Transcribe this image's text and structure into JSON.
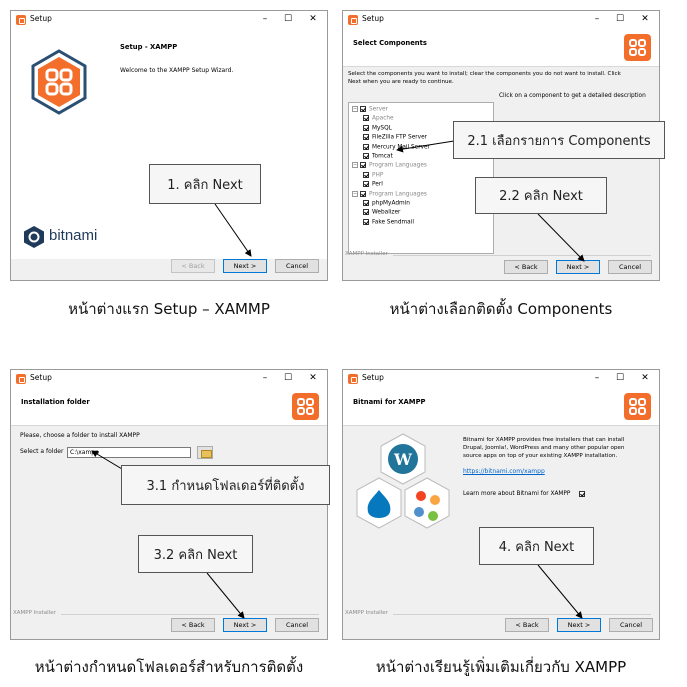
{
  "windows": [
    {
      "title": "Setup",
      "header": "Setup - XAMPP",
      "body": "Welcome to the XAMPP Setup Wizard.",
      "logo_text": "bitnami",
      "buttons": {
        "back": "< Back",
        "next": "Next >",
        "cancel": "Cancel"
      },
      "callout": "1. คลิก Next",
      "caption": "หน้าต่างแรก Setup – XAMMP"
    },
    {
      "title": "Setup",
      "header": "Select Components",
      "body_line1": "Select the components you want to install; clear the components you do not want to install. Click",
      "body_line2": "Next when you are ready to continue.",
      "hint": "Click on a component to get a detailed description",
      "tree": [
        {
          "label": "Server",
          "level": 0,
          "grey": true,
          "expander": "⊟"
        },
        {
          "label": "Apache",
          "level": 1,
          "grey": true
        },
        {
          "label": "MySQL",
          "level": 1,
          "grey": false
        },
        {
          "label": "FileZilla FTP Server",
          "level": 1,
          "grey": false
        },
        {
          "label": "Mercury Mail Server",
          "level": 1,
          "grey": false
        },
        {
          "label": "Tomcat",
          "level": 1,
          "grey": false
        },
        {
          "label": "Program Languages",
          "level": 0,
          "grey": true,
          "expander": "⊟"
        },
        {
          "label": "PHP",
          "level": 1,
          "grey": true
        },
        {
          "label": "Perl",
          "level": 1,
          "grey": false
        },
        {
          "label": "Program Languages",
          "level": 0,
          "grey": true,
          "expander": "⊟"
        },
        {
          "label": "phpMyAdmin",
          "level": 1,
          "grey": false
        },
        {
          "label": "Webalizer",
          "level": 1,
          "grey": false
        },
        {
          "label": "Fake Sendmail",
          "level": 1,
          "grey": false
        }
      ],
      "footer": "XAMPP Installer",
      "buttons": {
        "back": "< Back",
        "next": "Next >",
        "cancel": "Cancel"
      },
      "callout1": "2.1 เลือกรายการ Components",
      "callout2": "2.2 คลิก Next",
      "caption": "หน้าต่างเลือกติดตั้ง Components"
    },
    {
      "title": "Setup",
      "header": "Installation folder",
      "body": "Please, choose a folder to install XAMPP",
      "field_label": "Select a folder",
      "field_value": "C:\\xampp",
      "footer": "XAMPP Installer",
      "buttons": {
        "back": "< Back",
        "next": "Next >",
        "cancel": "Cancel"
      },
      "callout1": "3.1 กำหนดโฟลเดอร์ที่ติดตั้ง",
      "callout2": "3.2 คลิก Next",
      "caption": "หน้าต่างกำหนดโฟลเดอร์สำหรับการติดตั้ง"
    },
    {
      "title": "Setup",
      "header": "Bitnami for XAMPP",
      "body_line1": "Bitnami for XAMPP provides free installers that can install",
      "body_line2": "Drupal, Joomla!, WordPress and many other popular open",
      "body_line3": "source apps on top of your existing XAMPP installation.",
      "link": "https://bitnami.com/xampp",
      "checkbox_label": "Learn more about Bitnami for XAMPP",
      "footer": "XAMPP Installer",
      "buttons": {
        "back": "< Back",
        "next": "Next >",
        "cancel": "Cancel"
      },
      "callout": "4. คลิก Next",
      "caption": "หน้าต่างเรียนรู้เพิ่มเติมเกี่ยวกับ XAMPP"
    }
  ],
  "colors": {
    "xampp_orange": "#f36e2a",
    "bitnami_navy": "#1f3a5a",
    "callout_border": "#555555"
  }
}
